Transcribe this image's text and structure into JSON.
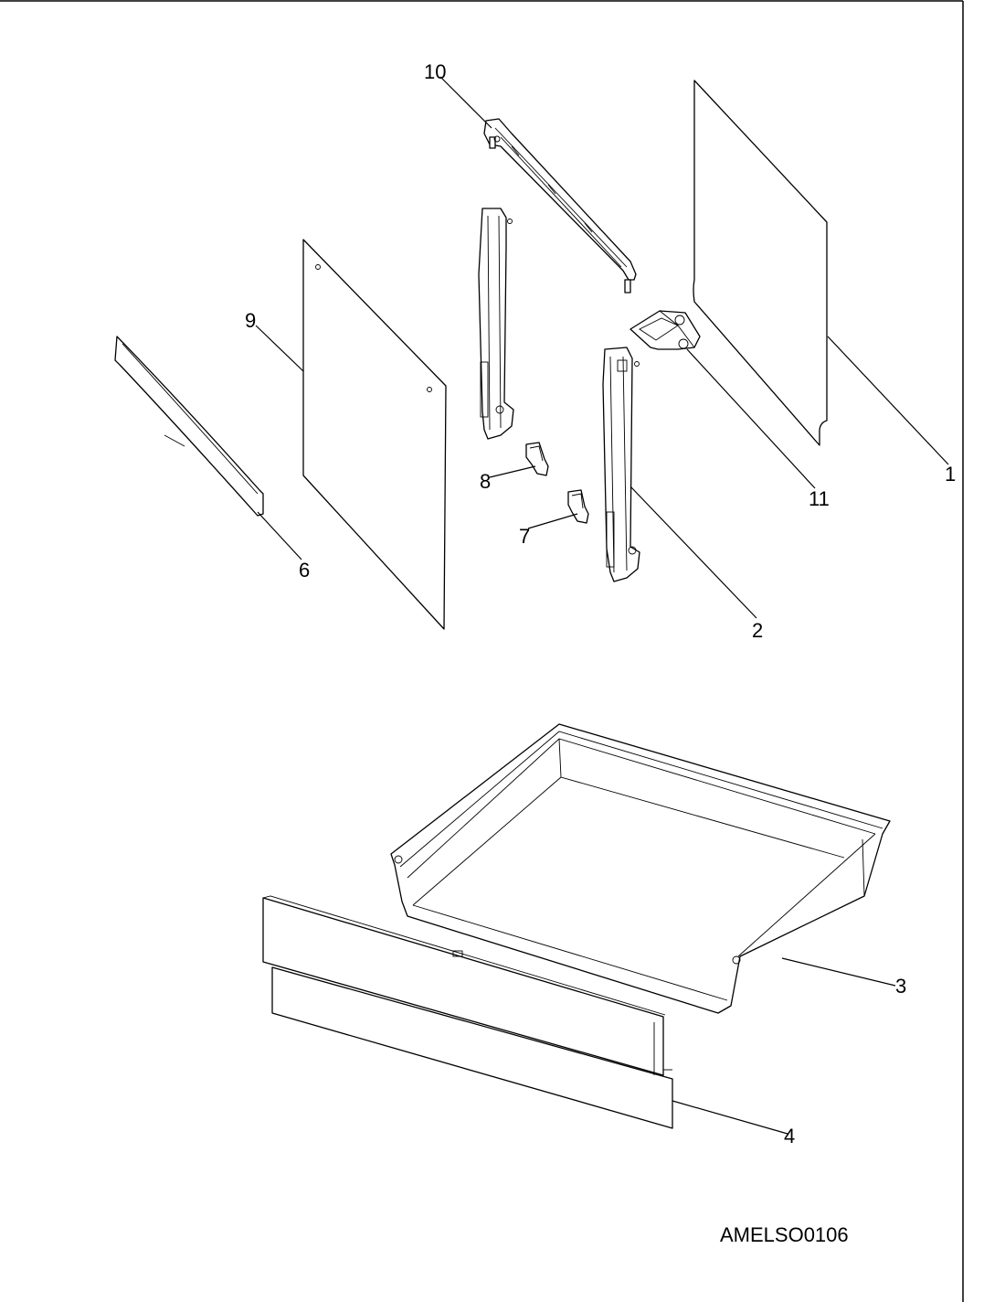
{
  "callouts": {
    "c1": "1",
    "c2": "2",
    "c3": "3",
    "c4": "4",
    "c6": "6",
    "c7": "7",
    "c8": "8",
    "c9": "9",
    "c10": "10",
    "c11": "11"
  },
  "drawing_code": "AMELSO0106"
}
